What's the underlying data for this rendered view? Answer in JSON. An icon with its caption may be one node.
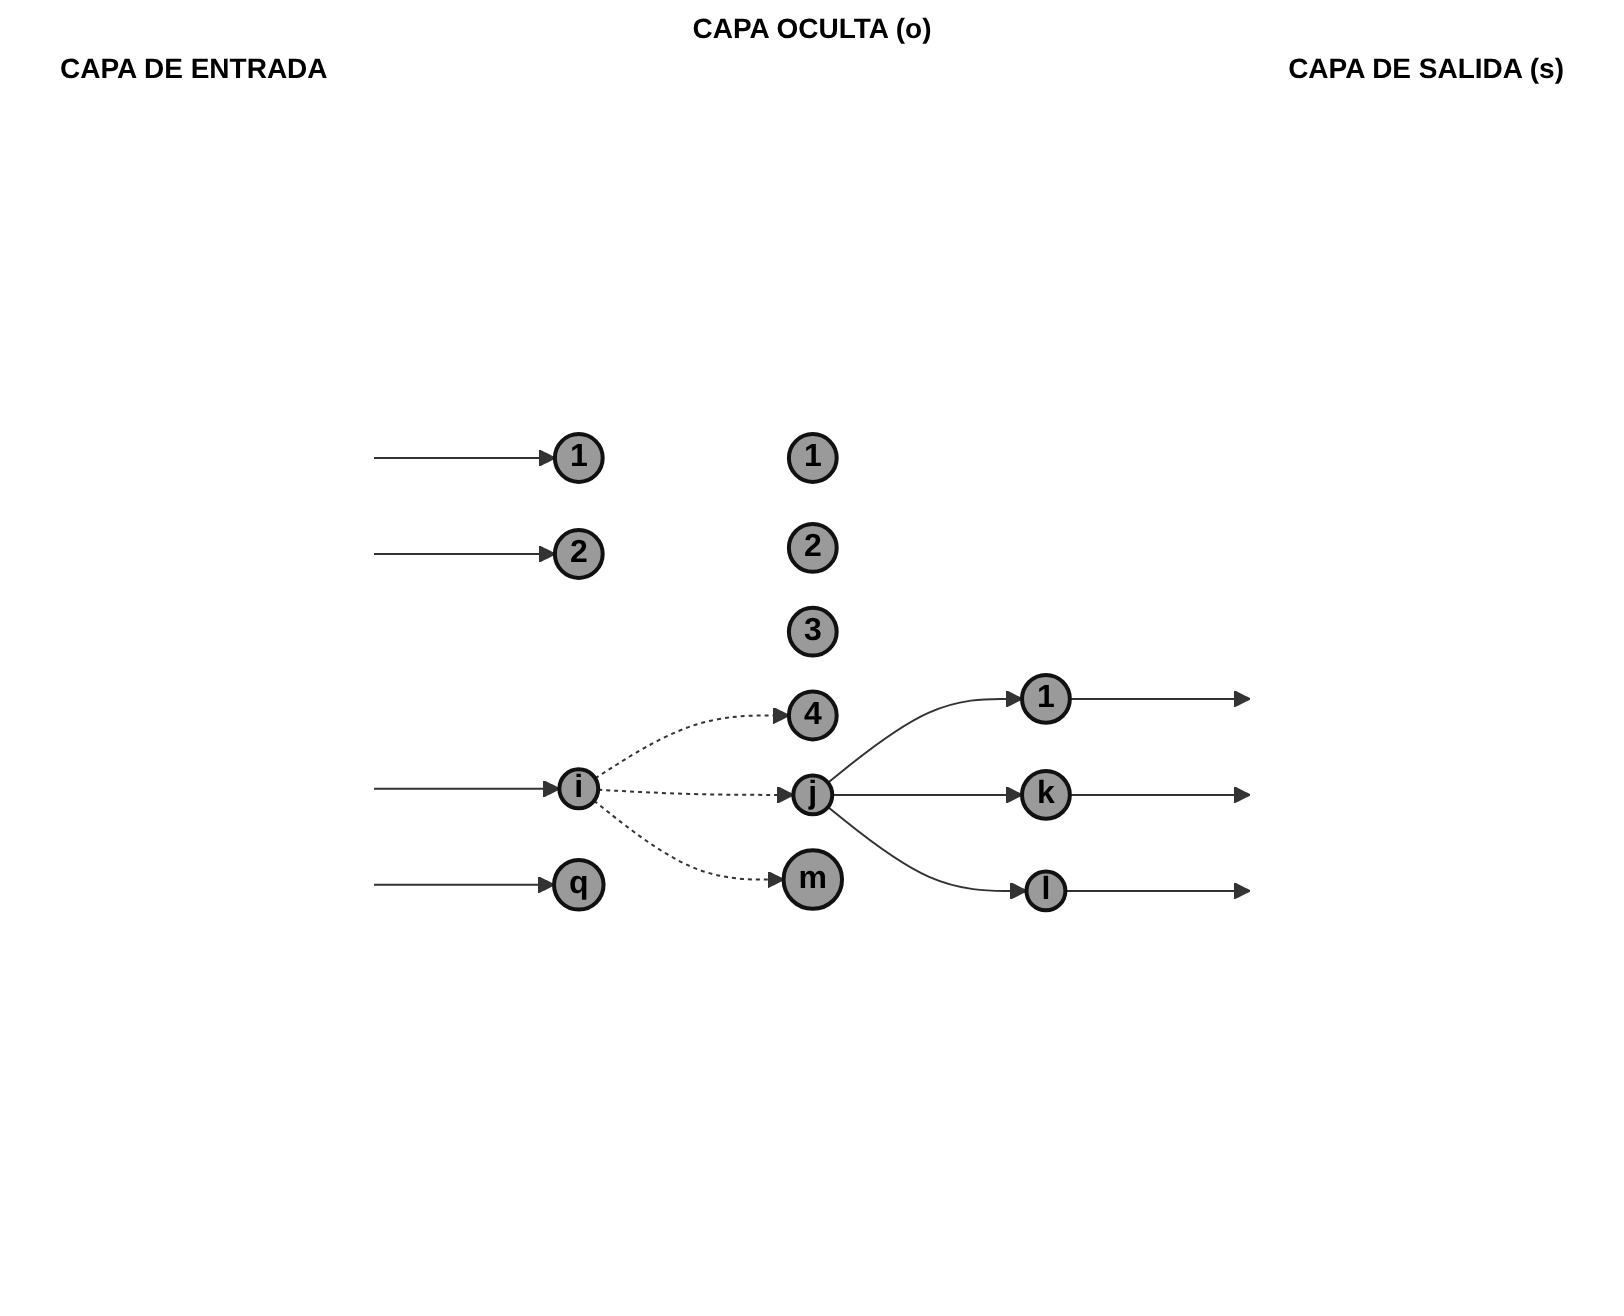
{
  "diagram": {
    "nodes": [
      {
        "text": [
          "1"
        ]
      },
      {
        "text": [
          "2"
        ]
      },
      {
        "text": [
          "i"
        ]
      },
      {
        "text": [
          "q"
        ]
      },
      {
        "text": [
          "1"
        ]
      },
      {
        "text": [
          "2"
        ]
      },
      {
        "text": [
          "3"
        ]
      },
      {
        "text": [
          "4"
        ]
      },
      {
        "text": [
          "j"
        ]
      },
      {
        "text": [
          "m"
        ]
      },
      {
        "text": [
          "1"
        ]
      },
      {
        "text": [
          "k"
        ]
      },
      {
        "text": [
          "l"
        ]
      }
    ],
    "edges": [
      {
        "from": null,
        "to": 0,
        "arrow": "to"
      },
      {
        "from": null,
        "to": 1,
        "arrow": "to"
      },
      {
        "from": null,
        "to": 2,
        "arrow": "to"
      },
      {
        "from": null,
        "to": 3,
        "arrow": "to"
      },
      {
        "from": 2,
        "to": 7,
        "arrow": "to",
        "style": "dashed"
      },
      {
        "from": 2,
        "to": 8,
        "arrow": "to",
        "style": "dashed"
      },
      {
        "from": 2,
        "to": 9,
        "arrow": "to",
        "style": "dashed"
      },
      {
        "from": 8,
        "to": 10,
        "arrow": "to"
      },
      {
        "from": 8,
        "to": 11,
        "arrow": "to"
      },
      {
        "from": 8,
        "to": 12,
        "arrow": "to"
      },
      {
        "from": 10,
        "to": null,
        "arrow": "to"
      },
      {
        "from": 11,
        "to": null,
        "arrow": "to"
      },
      {
        "from": 12,
        "to": null,
        "arrow": "to"
      }
    ],
    "labels": [
      "CAPA OCULTA (o)",
      "CAPA DE ENTRADA",
      "CAPA DE SALIDA (s)"
    ]
  }
}
